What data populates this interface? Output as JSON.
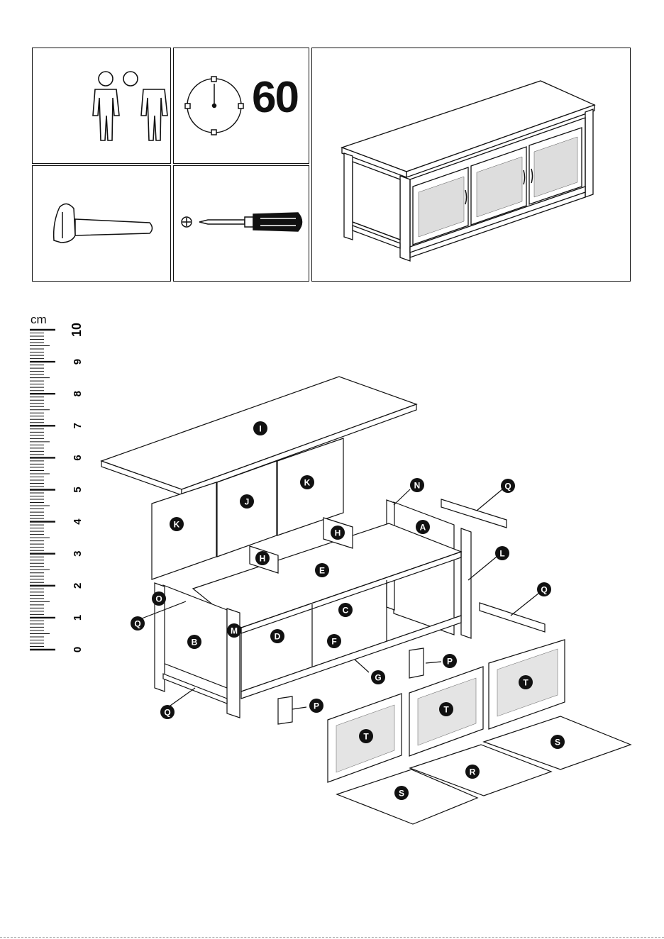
{
  "header_panels": {
    "people_icon": "two-person-icon",
    "clock_icon": "clock-icon",
    "assembly_minutes": "60",
    "hammer_icon": "hammer-icon",
    "screwdriver_icon": "phillips-screwdriver-icon"
  },
  "ruler": {
    "unit": "cm",
    "numbers": [
      "0",
      "1",
      "2",
      "3",
      "4",
      "5",
      "6",
      "7",
      "8",
      "9",
      "10"
    ]
  },
  "parts": {
    "I": "I",
    "J": "J",
    "K": "K",
    "H": "H",
    "E": "E",
    "O": "O",
    "Q": "Q",
    "B": "B",
    "M": "M",
    "D": "D",
    "F": "F",
    "C": "C",
    "G": "G",
    "P": "P",
    "N": "N",
    "A": "A",
    "L": "L",
    "T": "T",
    "R": "R",
    "S": "S"
  },
  "colors": {
    "line": "#111111",
    "label_bg": "#111111",
    "label_text": "#ffffff"
  }
}
